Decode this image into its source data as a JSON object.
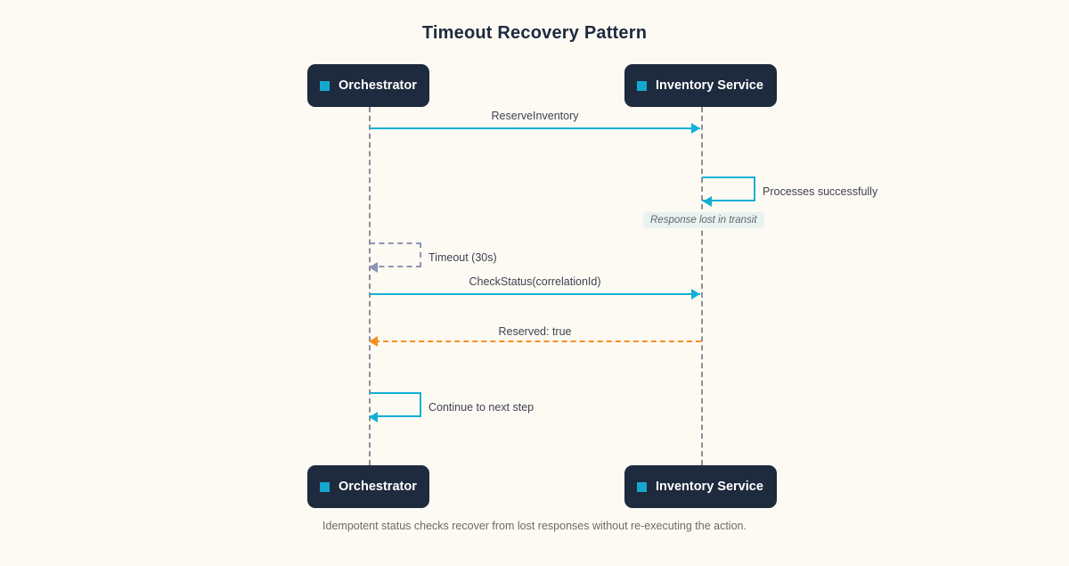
{
  "diagram": {
    "type": "sequence-diagram",
    "title": "Timeout Recovery Pattern",
    "caption": "Idempotent status checks recover from lost responses without re-executing the action.",
    "background_color": "#fdfaf3",
    "participant_box_color": "#1e2a3d",
    "accent_color": "#12b0d6",
    "return_color": "#f5901e",
    "timeout_color": "#8e93b8",
    "note_background": "#e9f3ee"
  },
  "participants": [
    {
      "id": "orchestrator",
      "label": "Orchestrator",
      "marker_icon": "square-marker-icon"
    },
    {
      "id": "inventory",
      "label": "Inventory Service",
      "marker_icon": "square-marker-icon"
    }
  ],
  "messages": [
    {
      "id": "reserve-inventory",
      "label": "ReserveInventory",
      "from": "orchestrator",
      "to": "inventory",
      "style": "solid",
      "color": "#12b0d6",
      "direction": "right"
    },
    {
      "id": "processes-successfully",
      "label": "Processes successfully",
      "from": "inventory",
      "to": "inventory",
      "style": "self-loop-solid",
      "color": "#12b0d6"
    },
    {
      "id": "timeout",
      "label": "Timeout (30s)",
      "from": "orchestrator",
      "to": "orchestrator",
      "style": "self-loop-dashed",
      "color": "#8e93b8"
    },
    {
      "id": "check-status",
      "label": "CheckStatus(correlationId)",
      "from": "orchestrator",
      "to": "inventory",
      "style": "solid",
      "color": "#12b0d6",
      "direction": "right"
    },
    {
      "id": "reserved-true",
      "label": "Reserved: true",
      "from": "inventory",
      "to": "orchestrator",
      "style": "dashed",
      "color": "#f5901e",
      "direction": "left"
    },
    {
      "id": "continue-next-step",
      "label": "Continue to next step",
      "from": "orchestrator",
      "to": "orchestrator",
      "style": "self-loop-solid",
      "color": "#12b0d6"
    }
  ],
  "notes": [
    {
      "id": "response-lost",
      "text": "Response lost in transit",
      "attached_to": "inventory"
    }
  ]
}
